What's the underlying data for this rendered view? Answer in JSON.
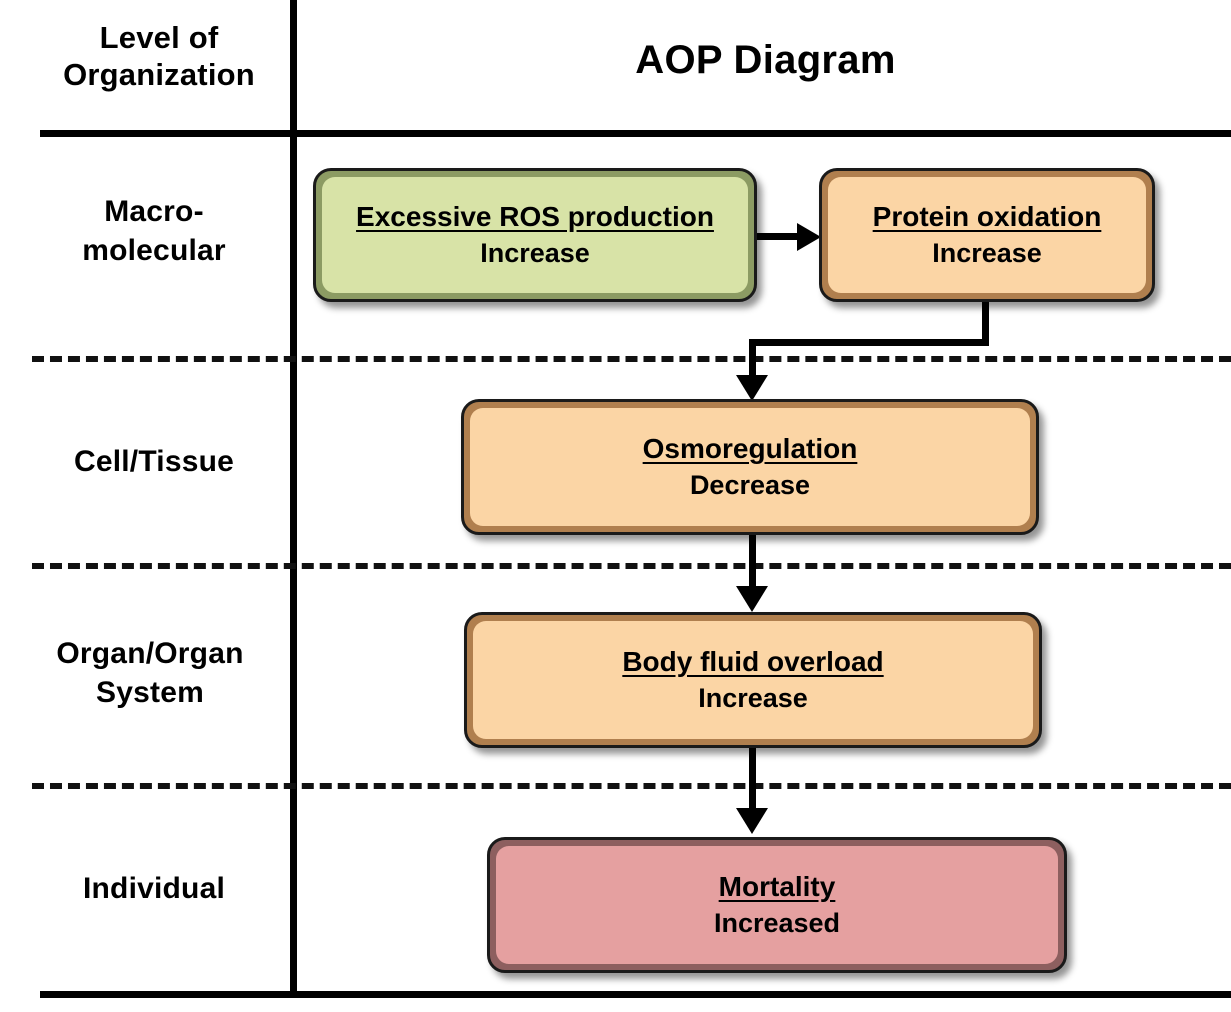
{
  "header": {
    "level_label_line1": "Level of",
    "level_label_line2": "Organization",
    "title": "AOP Diagram"
  },
  "levels": [
    {
      "id": "macromolecular",
      "line1": "Macro-",
      "line2": "molecular"
    },
    {
      "id": "cell-tissue",
      "line1": "Cell/Tissue",
      "line2": ""
    },
    {
      "id": "organ-system",
      "line1": "Organ/Organ",
      "line2": "System"
    },
    {
      "id": "individual",
      "line1": "Individual",
      "line2": ""
    }
  ],
  "boxes": [
    {
      "id": "excessive-ros-production",
      "title": "Excessive ROS production",
      "state": "Increase",
      "level": "macromolecular",
      "role": "molecular-initiating-event",
      "fill": "#d8e3a7",
      "bevel": "#8c9b63"
    },
    {
      "id": "protein-oxidation",
      "title": "Protein oxidation",
      "state": "Increase",
      "level": "macromolecular",
      "role": "key-event",
      "fill": "#fbd5a5",
      "bevel": "#b07f4e"
    },
    {
      "id": "osmoregulation",
      "title": "Osmoregulation",
      "state": "Decrease",
      "level": "cell-tissue",
      "role": "key-event",
      "fill": "#fbd5a5",
      "bevel": "#b07f4e"
    },
    {
      "id": "body-fluid-overload",
      "title": "Body fluid overload",
      "state": "Increase",
      "level": "organ-system",
      "role": "key-event",
      "fill": "#fbd5a5",
      "bevel": "#b07f4e"
    },
    {
      "id": "mortality",
      "title": "Mortality",
      "state": "Increased",
      "level": "individual",
      "role": "adverse-outcome",
      "fill": "#e5a0a0",
      "bevel": "#8d5f5f"
    }
  ],
  "connections": [
    {
      "id": "ros-to-protein",
      "from": "excessive-ros-production",
      "to": "protein-oxidation",
      "style": "horizontal-arrow"
    },
    {
      "id": "protein-to-osmoregulation",
      "from": "protein-oxidation",
      "to": "osmoregulation",
      "style": "elbow-arrow"
    },
    {
      "id": "osmoregulation-to-body-fluid",
      "from": "osmoregulation",
      "to": "body-fluid-overload",
      "style": "vertical-arrow"
    },
    {
      "id": "body-fluid-to-mortality",
      "from": "body-fluid-overload",
      "to": "mortality",
      "style": "vertical-arrow"
    }
  ],
  "colors": {
    "line": "#000000",
    "green_fill": "#d8e3a7",
    "orange_fill": "#fbd5a5",
    "pink_fill": "#e5a0a0"
  }
}
